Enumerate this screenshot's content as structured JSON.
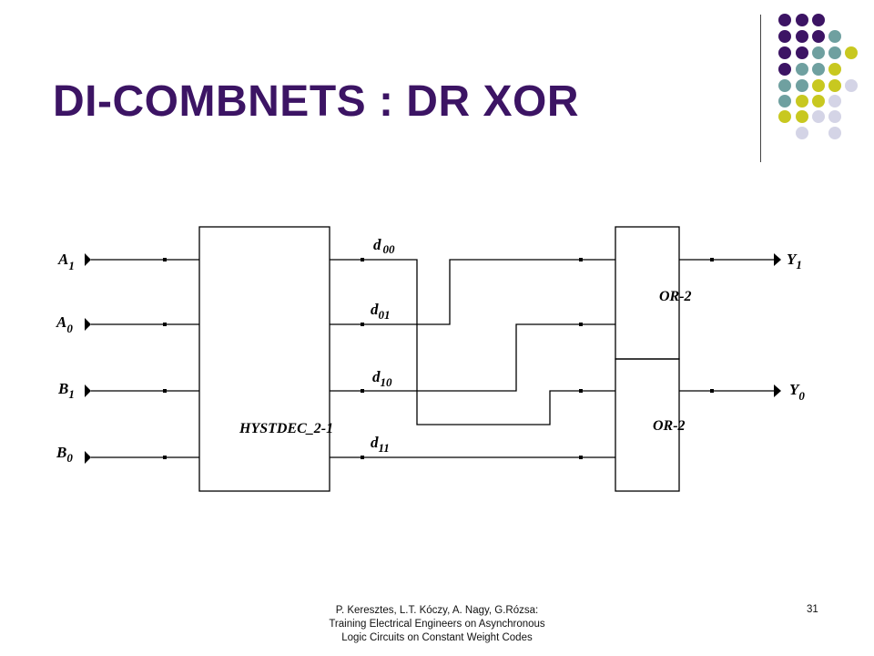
{
  "slide": {
    "title": "DI-COMBNETS : DR XOR",
    "page_number": "31",
    "footer": {
      "line1": "P. Keresztes, L.T. Kóczy, A. Nagy, G.Rózsa:",
      "line2": "Training Electrical Engineers on Asynchronous",
      "line3": "Logic Circuits on Constant Weight Codes"
    }
  },
  "colors": {
    "title": "#3c1464",
    "purple": "#3c1464",
    "teal": "#6fa0a0",
    "lime": "#c8c820",
    "lavender": "#d4d4e6"
  },
  "diagram": {
    "inputs": {
      "a1": {
        "base": "A",
        "sub": "1"
      },
      "a0": {
        "base": "A",
        "sub": "0"
      },
      "b1": {
        "base": "B",
        "sub": "1"
      },
      "b0": {
        "base": "B",
        "sub": "0"
      }
    },
    "decoder_label": "HYSTDEC_2-1",
    "decoder_outputs": {
      "d00": {
        "base": "d",
        "sub": "00"
      },
      "d01": {
        "base": "d",
        "sub": "01"
      },
      "d10": {
        "base": "d",
        "sub": "10"
      },
      "d11": {
        "base": "d",
        "sub": "11"
      }
    },
    "or_top_label": "OR-2",
    "or_bottom_label": "OR-2",
    "outputs": {
      "y1": {
        "base": "Y",
        "sub": "1"
      },
      "y0": {
        "base": "Y",
        "sub": "0"
      }
    }
  }
}
